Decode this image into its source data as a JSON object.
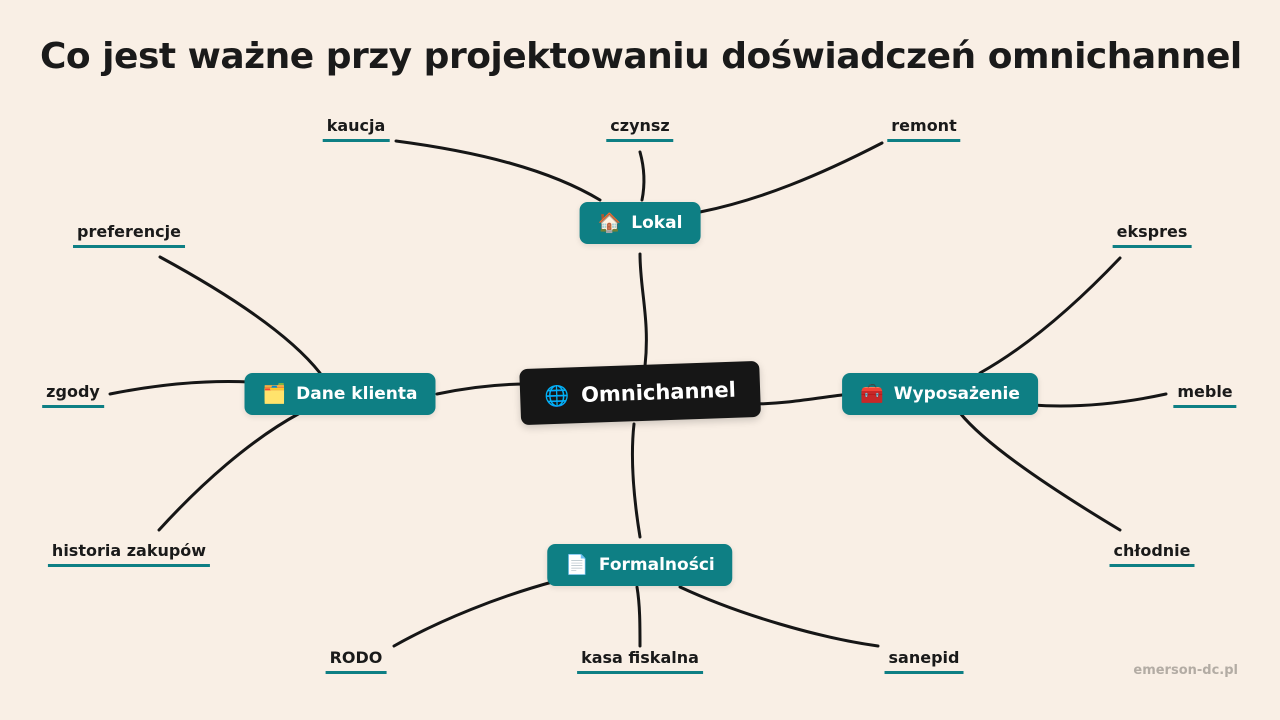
{
  "title": "Co jest ważne przy projektowaniu doświadczeń omnichannel",
  "center": {
    "label": "Omnichannel",
    "icon": "globe-icon",
    "glyph": "🌐"
  },
  "branches": {
    "lokal": {
      "label": "Lokal",
      "icon": "house-icon",
      "glyph": "🏠",
      "leaves": [
        "kaucja",
        "czynsz",
        "remont"
      ]
    },
    "dane": {
      "label": "Dane klienta",
      "icon": "folder-icon",
      "glyph": "🗂️",
      "leaves": [
        "preferencje",
        "zgody",
        "historia zakupów"
      ]
    },
    "wyposazenie": {
      "label": "Wyposażenie",
      "icon": "toolbox-icon",
      "glyph": "🧰",
      "leaves": [
        "ekspres",
        "meble",
        "chłodnie"
      ]
    },
    "formalnosci": {
      "label": "Formalności",
      "icon": "document-icon",
      "glyph": "📄",
      "leaves": [
        "RODO",
        "kasa fiskalna",
        "sanepid"
      ]
    }
  },
  "colors": {
    "accent": "#0e7f84",
    "background": "#f9efe5",
    "center": "#161616",
    "line": "#161616"
  },
  "watermark": "emerson-dc.pl"
}
